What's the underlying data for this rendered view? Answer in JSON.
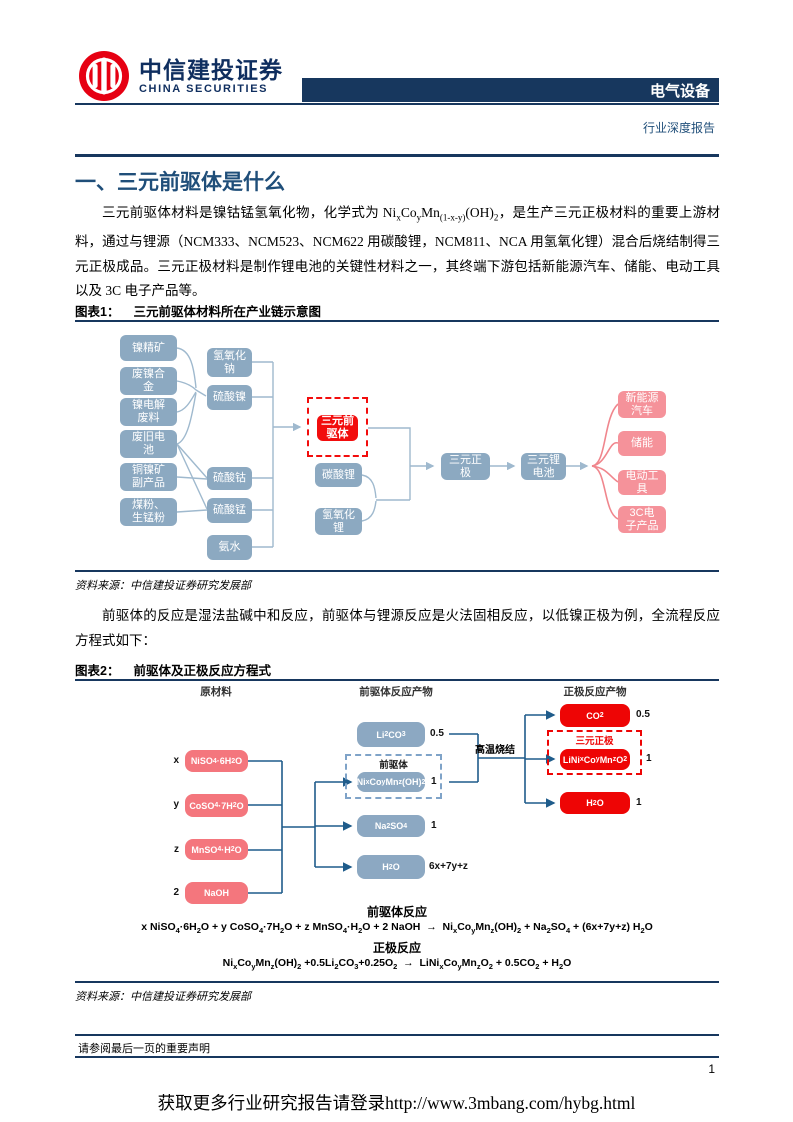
{
  "header": {
    "logo_cn": "中信建投证券",
    "logo_en": "CHINA SECURITIES",
    "sector_badge": "电气设备",
    "report_type": "行业深度报告"
  },
  "section_title": "一、三元前驱体是什么",
  "paragraph1_html": "三元前驱体材料是镍钴锰氢氧化物，化学式为 Ni<sub>x</sub>Co<sub>y</sub>Mn<sub>(1-x-y)</sub>(OH)<sub>2</sub>，是生产三元正极材料的重要上游材料，通过与锂源（NCM333、NCM523、NCM622 用碳酸锂，NCM811、NCA 用氢氧化锂）混合后烧结制得三元正极成品。三元正极材料是制作锂电池的关键性材料之一，其终端下游包括新能源汽车、储能、电动工具以及 3C 电子产品等。",
  "figure1": {
    "label": "图表1：",
    "title": "三元前驱体材料所在产业链示意图",
    "raw_materials": [
      "镍精矿",
      "废镍合金",
      "镍电解废料",
      "废旧电池",
      "铜镍矿副产品",
      "煤粉、生锰粉"
    ],
    "intermediates": [
      "氢氧化钠",
      "硫酸镍",
      "硫酸钴",
      "硫酸锰",
      "氨水"
    ],
    "precursor": "三元前驱体",
    "lithium_sources": [
      "碳酸锂",
      "氢氧化锂"
    ],
    "cathode": "三元正极",
    "battery": "三元锂电池",
    "end_uses": [
      "新能源汽车",
      "储能",
      "电动工具",
      "3C电子产品"
    ],
    "source": "资料来源：中信建投证券研究发展部"
  },
  "paragraph2": "前驱体的反应是湿法盐碱中和反应，前驱体与锂源反应是火法固相反应，以低镍正极为例，全流程反应方程式如下：",
  "figure2": {
    "label": "图表2：",
    "title": "前驱体及正极反应方程式",
    "col_headers": [
      "原材料",
      "前驱体反应产物",
      "正极反应产物"
    ],
    "reactants": [
      {
        "coef": "x",
        "formula_html": "NiSO<sub>4</sub>·6H<sub>2</sub>O"
      },
      {
        "coef": "y",
        "formula_html": "CoSO<sub>4</sub>·7H<sub>2</sub>O"
      },
      {
        "coef": "z",
        "formula_html": "MnSO<sub>4</sub>·H<sub>2</sub>O"
      },
      {
        "coef": "2",
        "formula_html": "NaOH"
      }
    ],
    "precursor_products": [
      {
        "formula_html": "Li<sub>2</sub>CO<sub>3</sub>",
        "coef": "0.5"
      },
      {
        "formula_html": "Ni<sub>x</sub>Co<sub>y</sub>Mn<sub>z</sub>(OH)<sub>2</sub>",
        "coef": "1",
        "group_label": "前驱体"
      },
      {
        "formula_html": "Na<sub>2</sub>SO<sub>4</sub>",
        "coef": "1"
      },
      {
        "formula_html": "H<sub>2</sub>O",
        "coef": "6x+7y+z"
      }
    ],
    "sinter_label": "高温烧结",
    "cathode_products": [
      {
        "formula_html": "CO<sub>2</sub>",
        "coef": "0.5"
      },
      {
        "formula_html": "LiNi<sub>x</sub>Co<sub>y</sub>Mn<sub>z</sub>O<sub>2</sub>",
        "coef": "1",
        "group_label": "三元正极"
      },
      {
        "formula_html": "H<sub>2</sub>O",
        "coef": "1"
      }
    ],
    "equations": [
      {
        "name": "前驱体反应",
        "formula_html": "x NiSO<sub>4</sub>·6H<sub>2</sub>O + y CoSO<sub>4</sub>·7H<sub>2</sub>O + z MnSO<sub>4</sub>·H<sub>2</sub>O + 2 NaOH&nbsp;&nbsp;→&nbsp;&nbsp;Ni<sub>x</sub>Co<sub>y</sub>Mn<sub>z</sub>(OH)<sub>2</sub> + Na<sub>2</sub>SO<sub>4</sub> + (6x+7y+z) H<sub>2</sub>O"
      },
      {
        "name": "正极反应",
        "formula_html": "Ni<sub>x</sub>Co<sub>y</sub>Mn<sub>z</sub>(OH)<sub>2</sub> +0.5Li<sub>2</sub>CO<sub>3</sub>+0.25O<sub>2</sub>&nbsp;&nbsp;→&nbsp;&nbsp;LiNi<sub>x</sub>Co<sub>y</sub>Mn<sub>z</sub>O<sub>2</sub> + 0.5CO<sub>2</sub> + H<sub>2</sub>O"
      }
    ],
    "source": "资料来源：中信建投证券研究发展部"
  },
  "footer": {
    "disclaimer": "请参阅最后一页的重要声明",
    "page_number": "1",
    "watermark": "获取更多行业研究报告请登录http://www.3mbang.com/hybg.html"
  },
  "colors": {
    "theme_navy": "#17375E",
    "heading_blue": "#1F4E79",
    "brand_red": "#E60012",
    "fig1_box_blue": "#8CA9C1",
    "fig1_box_pink": "#F5929A",
    "fig1_box_red": "#F20D0D",
    "fig1_line": "#9FB9CE",
    "fig2_box_pink": "#F4767D",
    "fig2_box_blue": "#8CA8C2",
    "fig2_box_red": "#EE0505",
    "fig2_line": "#1F5C8B"
  }
}
